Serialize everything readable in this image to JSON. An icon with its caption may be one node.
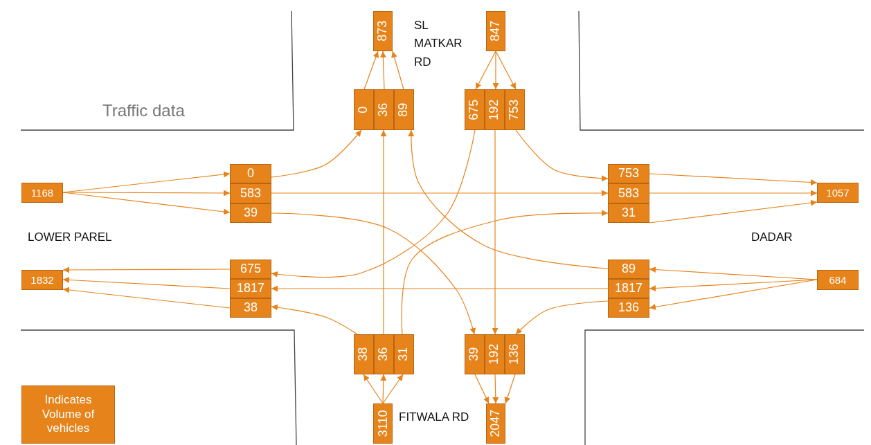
{
  "diagram": {
    "title": "Traffic data",
    "nodes": [
      {
        "text": [
          "873"
        ]
      },
      {
        "text": [
          "847"
        ]
      },
      {
        "text": [
          "0"
        ]
      },
      {
        "text": [
          "36"
        ]
      },
      {
        "text": [
          "89"
        ]
      },
      {
        "text": [
          "675"
        ]
      },
      {
        "text": [
          "192"
        ]
      },
      {
        "text": [
          "753"
        ]
      },
      {
        "text": [
          "1168"
        ]
      },
      {
        "text": [
          "0"
        ]
      },
      {
        "text": [
          "583"
        ]
      },
      {
        "text": [
          "39"
        ]
      },
      {
        "text": [
          "753"
        ]
      },
      {
        "text": [
          "583"
        ]
      },
      {
        "text": [
          "31"
        ]
      },
      {
        "text": [
          "1057"
        ]
      },
      {
        "text": [
          "1832"
        ]
      },
      {
        "text": [
          "675"
        ]
      },
      {
        "text": [
          "1817"
        ]
      },
      {
        "text": [
          "38"
        ]
      },
      {
        "text": [
          "89"
        ]
      },
      {
        "text": [
          "1817"
        ]
      },
      {
        "text": [
          "136"
        ]
      },
      {
        "text": [
          "684"
        ]
      },
      {
        "text": [
          "38"
        ]
      },
      {
        "text": [
          "36"
        ]
      },
      {
        "text": [
          "31"
        ]
      },
      {
        "text": [
          "39"
        ]
      },
      {
        "text": [
          "192"
        ]
      },
      {
        "text": [
          "136"
        ]
      },
      {
        "text": [
          "3110"
        ]
      },
      {
        "text": [
          "2047"
        ]
      },
      {
        "text": [
          "Indicates Volume of vehicles"
        ]
      }
    ],
    "edges": [
      {
        "from": 2,
        "to": 0,
        "arrow": "to"
      },
      {
        "from": 3,
        "to": 0,
        "arrow": "to"
      },
      {
        "from": 4,
        "to": 0,
        "arrow": "to"
      },
      {
        "from": 1,
        "to": 5,
        "arrow": "to"
      },
      {
        "from": 1,
        "to": 6,
        "arrow": "to"
      },
      {
        "from": 1,
        "to": 7,
        "arrow": "to"
      },
      {
        "from": 8,
        "to": 9,
        "arrow": "to"
      },
      {
        "from": 8,
        "to": 10,
        "arrow": "to"
      },
      {
        "from": 8,
        "to": 11,
        "arrow": "to"
      },
      {
        "from": 9,
        "to": 2,
        "arrow": "to"
      },
      {
        "from": 10,
        "to": 13,
        "arrow": "to"
      },
      {
        "from": 11,
        "to": 27,
        "arrow": "to"
      },
      {
        "from": 5,
        "to": 17,
        "arrow": "to"
      },
      {
        "from": 6,
        "to": 28,
        "arrow": "to"
      },
      {
        "from": 7,
        "to": 12,
        "arrow": "to"
      },
      {
        "from": 12,
        "to": 15,
        "arrow": "to"
      },
      {
        "from": 13,
        "to": 15,
        "arrow": "to"
      },
      {
        "from": 14,
        "to": 15,
        "arrow": "to"
      },
      {
        "from": 23,
        "to": 20,
        "arrow": "to"
      },
      {
        "from": 23,
        "to": 21,
        "arrow": "to"
      },
      {
        "from": 23,
        "to": 22,
        "arrow": "to"
      },
      {
        "from": 20,
        "to": 4,
        "arrow": "to"
      },
      {
        "from": 21,
        "to": 18,
        "arrow": "to"
      },
      {
        "from": 22,
        "to": 29,
        "arrow": "to"
      },
      {
        "from": 17,
        "to": 16,
        "arrow": "to"
      },
      {
        "from": 18,
        "to": 16,
        "arrow": "to"
      },
      {
        "from": 19,
        "to": 16,
        "arrow": "to"
      },
      {
        "from": 24,
        "to": 19,
        "arrow": "to"
      },
      {
        "from": 25,
        "to": 3,
        "arrow": "to"
      },
      {
        "from": 26,
        "to": 14,
        "arrow": "to"
      },
      {
        "from": 30,
        "to": 24,
        "arrow": "to"
      },
      {
        "from": 30,
        "to": 25,
        "arrow": "to"
      },
      {
        "from": 30,
        "to": 26,
        "arrow": "to"
      },
      {
        "from": 27,
        "to": 31,
        "arrow": "to"
      },
      {
        "from": 28,
        "to": 31,
        "arrow": "to"
      },
      {
        "from": 29,
        "to": 31,
        "arrow": "to"
      }
    ],
    "labels": [
      "SL MATKAR RD",
      "LOWER PAREL",
      "DADAR",
      "FITWALA RD"
    ]
  }
}
